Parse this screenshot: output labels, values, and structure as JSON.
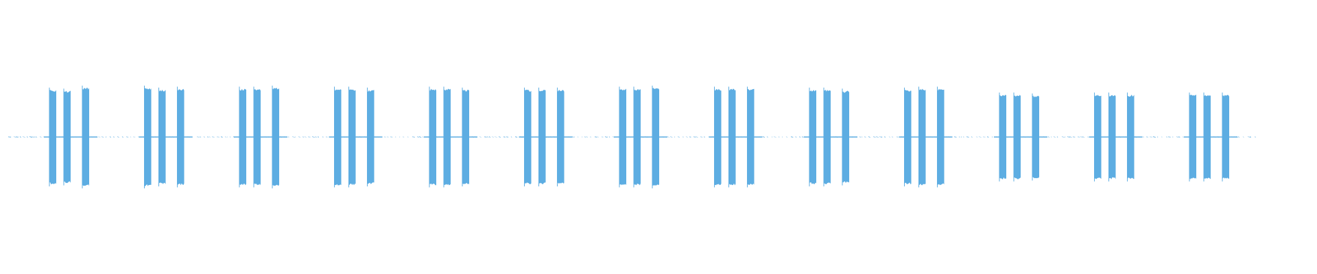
{
  "waveform": {
    "color": "#5dade2",
    "background": "#ffffff",
    "group_count": 13,
    "bursts_per_group": 3,
    "groups": [
      {
        "bursts": [
          0.96,
          0.94,
          1.0
        ]
      },
      {
        "bursts": [
          1.0,
          0.96,
          0.98
        ]
      },
      {
        "bursts": [
          0.98,
          0.98,
          1.0
        ]
      },
      {
        "bursts": [
          0.98,
          0.98,
          0.96
        ]
      },
      {
        "bursts": [
          0.98,
          0.98,
          0.96
        ]
      },
      {
        "bursts": [
          0.96,
          0.96,
          0.96
        ]
      },
      {
        "bursts": [
          0.98,
          0.98,
          1.0
        ]
      },
      {
        "bursts": [
          0.98,
          0.98,
          0.98
        ]
      },
      {
        "bursts": [
          0.96,
          0.96,
          0.94
        ]
      },
      {
        "bursts": [
          0.96,
          0.98,
          0.98
        ]
      },
      {
        "bursts": [
          0.86,
          0.86,
          0.84
        ]
      },
      {
        "bursts": [
          0.86,
          0.86,
          0.86
        ]
      },
      {
        "bursts": [
          0.86,
          0.86,
          0.86
        ]
      }
    ]
  }
}
